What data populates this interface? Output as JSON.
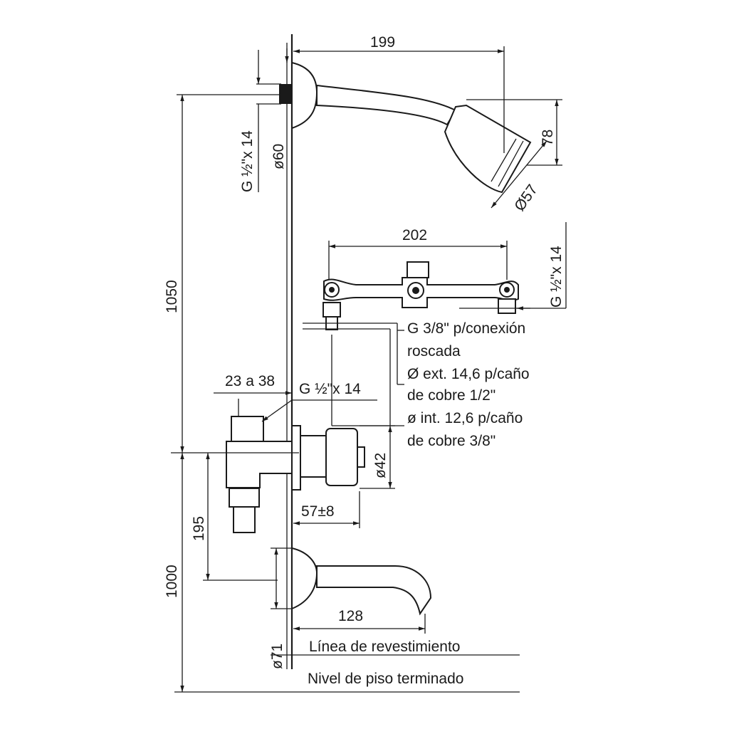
{
  "dimensions": {
    "shower_arm_projection": "199",
    "shower_head_height": "78",
    "shower_head_diameter": "Ø57",
    "shower_flange_diameter": "ø60",
    "shower_thread": "G ½\"x 14",
    "height_shower_from_floor": "1050",
    "valve_center_distance": "202",
    "valve_thread": "G ½\"x 14",
    "adjust_range": "23 a 38",
    "body_thread": "G ½\"x 14",
    "valve_diameter": "ø42",
    "valve_depth": "57±8",
    "inlet_below_valve": "195",
    "height_valve_from_floor": "1000",
    "spout_projection": "128",
    "spout_flange_diameter": "ø71"
  },
  "notes": [
    "G 3/8\" p/conexión",
    "roscada",
    "Ø ext. 14,6 p/caño",
    "de cobre 1/2\"",
    "ø int. 12,6 p/caño",
    "de cobre 3/8\""
  ],
  "lines": {
    "cladding": "Línea de revestimiento",
    "floor": "Nivel de piso terminado"
  }
}
